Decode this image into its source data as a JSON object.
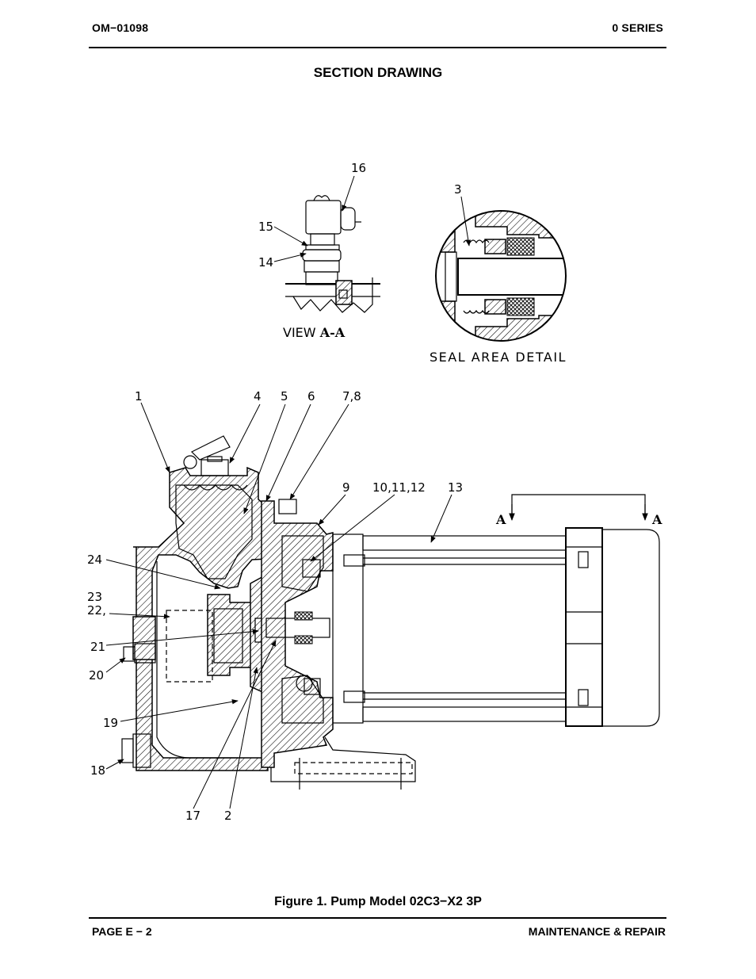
{
  "header": {
    "doc_id": "OM−01098",
    "series": "0 SERIES"
  },
  "section_title": "SECTION DRAWING",
  "figure": {
    "view_label": "VIEW",
    "view_label_bold": "A-A",
    "seal_detail_label": "SEAL AREA DETAIL",
    "section_marker": "A",
    "callouts": {
      "c16": "16",
      "c3": "3",
      "c15": "15",
      "c14": "14",
      "c1": "1",
      "c4": "4",
      "c5": "5",
      "c6": "6",
      "c78": "7,8",
      "c9": "9",
      "c101112": "10,11,12",
      "c13": "13",
      "c24": "24",
      "c23": "23",
      "c22": "22,",
      "c21": "21",
      "c20": "20",
      "c19": "19",
      "c18": "18",
      "c17": "17",
      "c2": "2"
    },
    "caption": "Figure 1. Pump Model 02C3−X2 3P"
  },
  "footer": {
    "page": "PAGE E − 2",
    "section": "MAINTENANCE & REPAIR"
  }
}
